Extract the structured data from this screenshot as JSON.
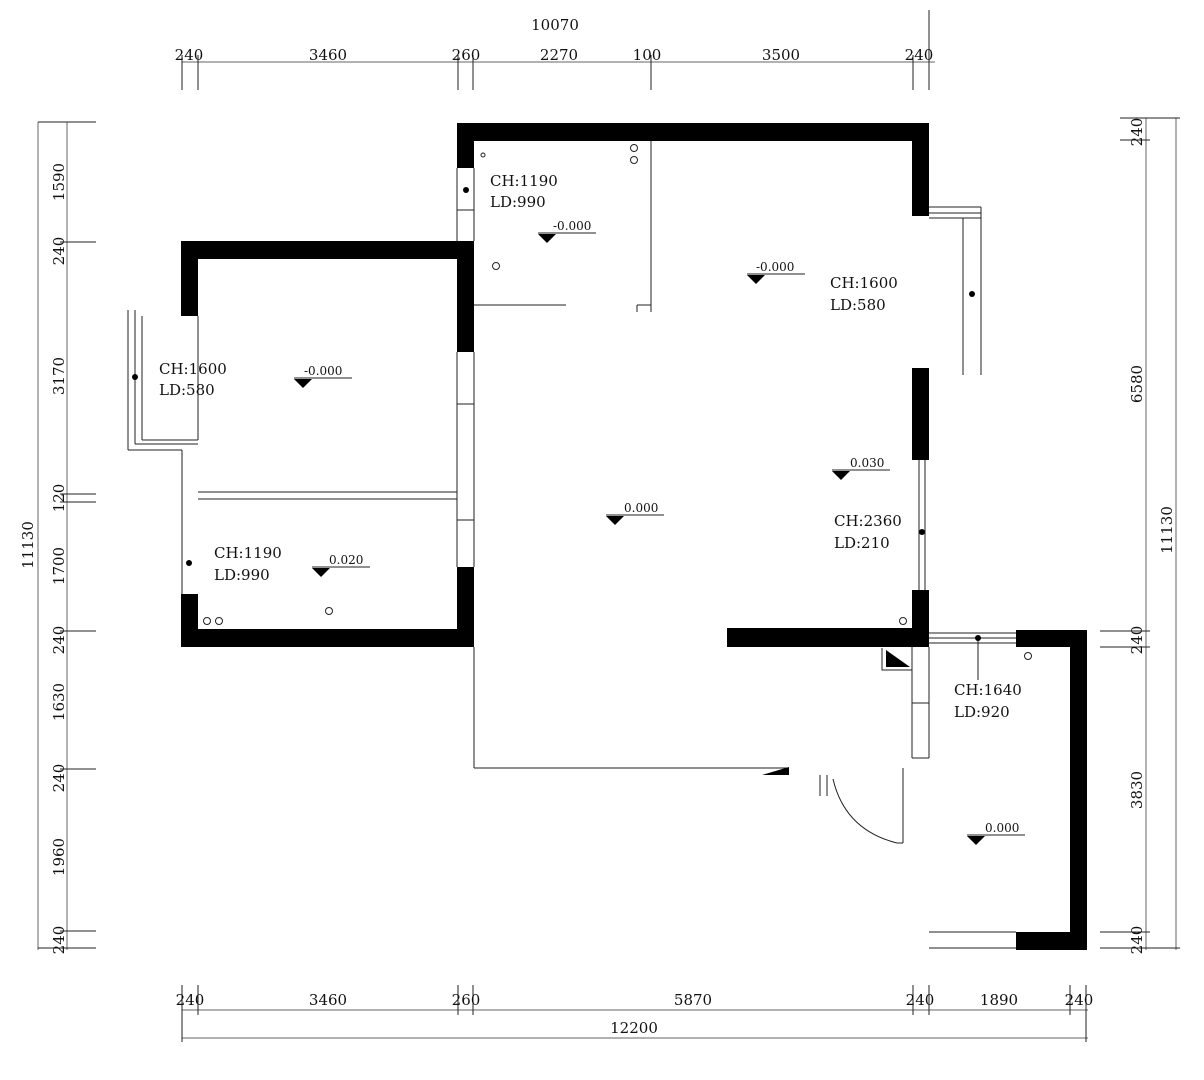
{
  "dimensions": {
    "top_total": "10070",
    "top": [
      "240",
      "3460",
      "260",
      "2270",
      "100",
      "3500",
      "240"
    ],
    "bottom": [
      "240",
      "3460",
      "260",
      "5870",
      "240",
      "1890",
      "240"
    ],
    "bottom_total": "12200",
    "left": [
      "1590",
      "240",
      "3170",
      "120",
      "1700",
      "240",
      "1630",
      "240",
      "1960",
      "240"
    ],
    "left_total": "11130",
    "right": [
      "240",
      "6580",
      "240",
      "3830",
      "240"
    ],
    "right_total": "11130"
  },
  "annotations": [
    {
      "ch": "CH:1190",
      "ld": "LD:990"
    },
    {
      "ch": "CH:1600",
      "ld": "LD:580"
    },
    {
      "ch": "CH:1600",
      "ld": "LD:580"
    },
    {
      "ch": "CH:2360",
      "ld": "LD:210"
    },
    {
      "ch": "CH:1190",
      "ld": "LD:990"
    },
    {
      "ch": "CH:1640",
      "ld": "LD:920"
    }
  ],
  "levels": [
    "-0.000",
    "-0.000",
    "-0.000",
    "0.030",
    "0.000",
    "0.020",
    "0.000"
  ]
}
